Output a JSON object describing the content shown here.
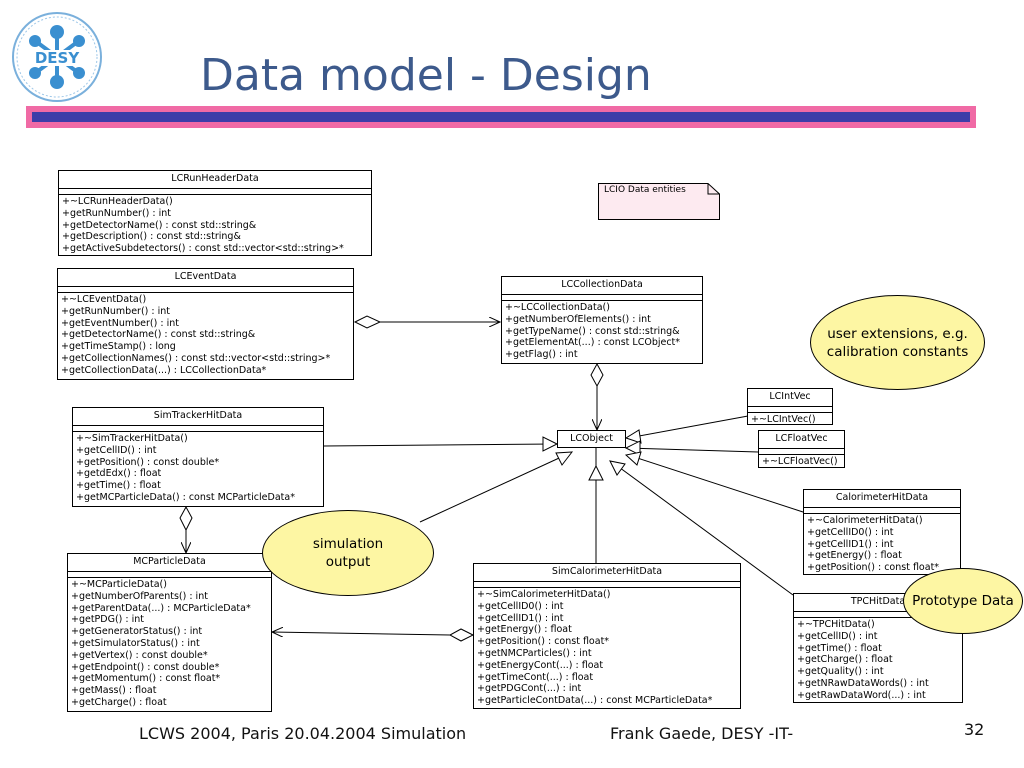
{
  "slide": {
    "title": "Data model - Design",
    "logo_text": "DESY",
    "footer_left": "LCWS 2004, Paris 20.04.2004 Simulation",
    "footer_center": "Frank Gaede, DESY -IT-",
    "page_number": "32",
    "colors": {
      "title": "#3d5a8c",
      "bar_outer": "#f06aa5",
      "bar_inner": "#3d3da8",
      "ellipse_fill": "#fdf6a3",
      "note_fill": "#fdeaf0"
    }
  },
  "note": {
    "text": "LCIO Data entities"
  },
  "ellipses": {
    "user_ext": {
      "line1": "user extensions, e.g.",
      "line2": "calibration constants"
    },
    "sim_output": {
      "line1": "simulation",
      "line2": "output"
    },
    "prototype": {
      "line1": "Prototype Data"
    }
  },
  "classes": {
    "runheader": {
      "name": "LCRunHeaderData",
      "ops": [
        "+~LCRunHeaderData()",
        "+getRunNumber() : int",
        "+getDetectorName() : const std::string&",
        "+getDescription() : const std::string&",
        "+getActiveSubdetectors() : const std::vector<std::string>*"
      ]
    },
    "event": {
      "name": "LCEventData",
      "ops": [
        "+~LCEventData()",
        "+getRunNumber() : int",
        "+getEventNumber() : int",
        "+getDetectorName() : const std::string&",
        "+getTimeStamp() : long",
        "+getCollectionNames() : const std::vector<std::string>*",
        "+getCollectionData(...) : LCCollectionData*"
      ]
    },
    "collection": {
      "name": "LCCollectionData",
      "ops": [
        "+~LCCollectionData()",
        "+getNumberOfElements() : int",
        "+getTypeName() : const std::string&",
        "+getElementAt(...) : const LCObject*",
        "+getFlag() : int"
      ]
    },
    "simtracker": {
      "name": "SimTrackerHitData",
      "ops": [
        "+~SimTrackerHitData()",
        "+getCellID() : int",
        "+getPosition() : const double*",
        "+getdEdx() : float",
        "+getTime() : float",
        "+getMCParticleData() : const MCParticleData*"
      ]
    },
    "lcobject": {
      "name": "LCObject",
      "ops": []
    },
    "intvec": {
      "name": "LCIntVec",
      "ops": [
        "+~LCIntVec()"
      ]
    },
    "floatvec": {
      "name": "LCFloatVec",
      "ops": [
        "+~LCFloatVec()"
      ]
    },
    "calohit": {
      "name": "CalorimeterHitData",
      "ops": [
        "+~CalorimeterHitData()",
        "+getCellID0() : int",
        "+getCellID1() : int",
        "+getEnergy() : float",
        "+getPosition() : const float*"
      ]
    },
    "mcparticle": {
      "name": "MCParticleData",
      "ops": [
        "+~MCParticleData()",
        "+getNumberOfParents() : int",
        "+getParentData(...) : MCParticleData*",
        "+getPDG() : int",
        "+getGeneratorStatus() : int",
        "+getSimulatorStatus() : int",
        "+getVertex() : const double*",
        "+getEndpoint() : const double*",
        "+getMomentum() : const float*",
        "+getMass() : float",
        "+getCharge() : float"
      ]
    },
    "simcalo": {
      "name": "SimCalorimeterHitData",
      "ops": [
        "+~SimCalorimeterHitData()",
        "+getCellID0() : int",
        "+getCellID1() : int",
        "+getEnergy() : float",
        "+getPosition() : const float*",
        "+getNMCParticles() : int",
        "+getEnergyCont(...) : float",
        "+getTimeCont(...) : float",
        "+getPDGCont(...) : int",
        "+getParticleContData(...) : const MCParticleData*"
      ]
    },
    "tpchit": {
      "name": "TPCHitData",
      "ops": [
        "+~TPCHitData()",
        "+getCellID() : int",
        "+getTime() : float",
        "+getCharge() : float",
        "+getQuality() : int",
        "+getNRawDataWords() : int",
        "+getRawDataWord(...) : int"
      ]
    }
  }
}
